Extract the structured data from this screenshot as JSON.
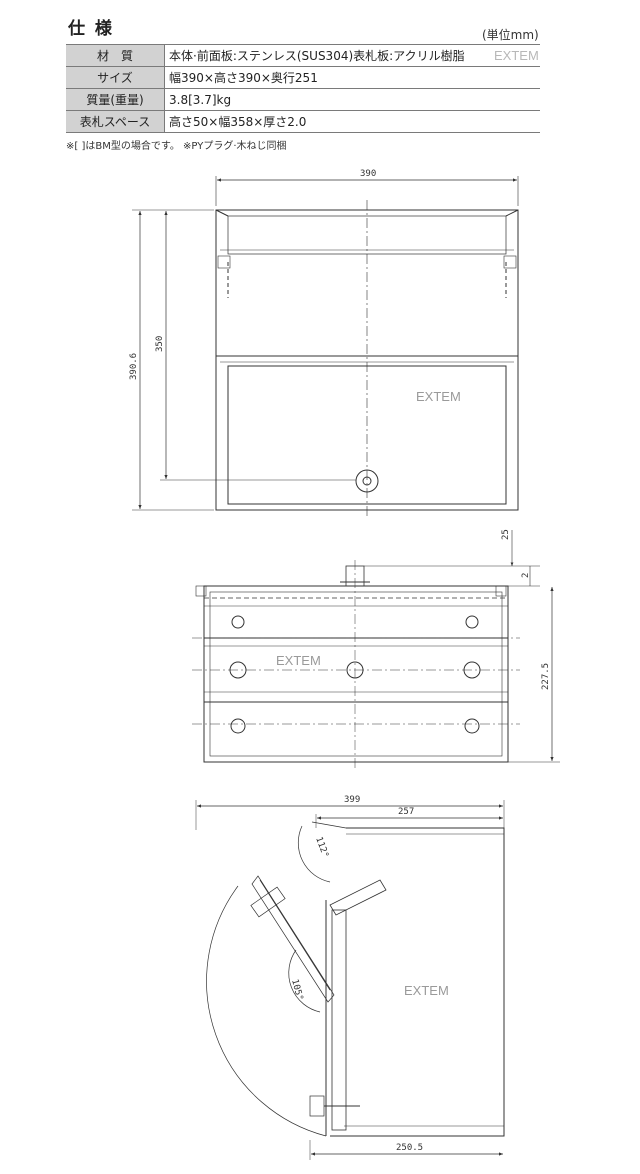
{
  "title": "仕 様",
  "unit_label": "(単位mm)",
  "watermark": "EXTEM",
  "spec_rows": [
    {
      "label": "材　質",
      "value": "本体·前面板:ステンレス(SUS304)表札板:アクリル樹脂"
    },
    {
      "label": "サイズ",
      "value": "幅390×高さ390×奥行251"
    },
    {
      "label": "質量(重量)",
      "value": "3.8[3.7]kg"
    },
    {
      "label": "表札スペース",
      "value": "高さ50×幅358×厚さ2.0"
    }
  ],
  "note": "※[ ]はBM型の場合です。 ※PYプラグ·木ねじ同梱",
  "front_view": {
    "dim_width": "390",
    "dim_height_total": "390.6",
    "dim_height_inner": "350"
  },
  "back_view": {
    "dim_top": "25",
    "dim_small": "2",
    "dim_height": "227.5"
  },
  "side_view": {
    "dim_total": "399",
    "dim_depth": "257",
    "dim_bottom": "250.5",
    "angle_top": "112°",
    "angle_mid": "105°"
  }
}
